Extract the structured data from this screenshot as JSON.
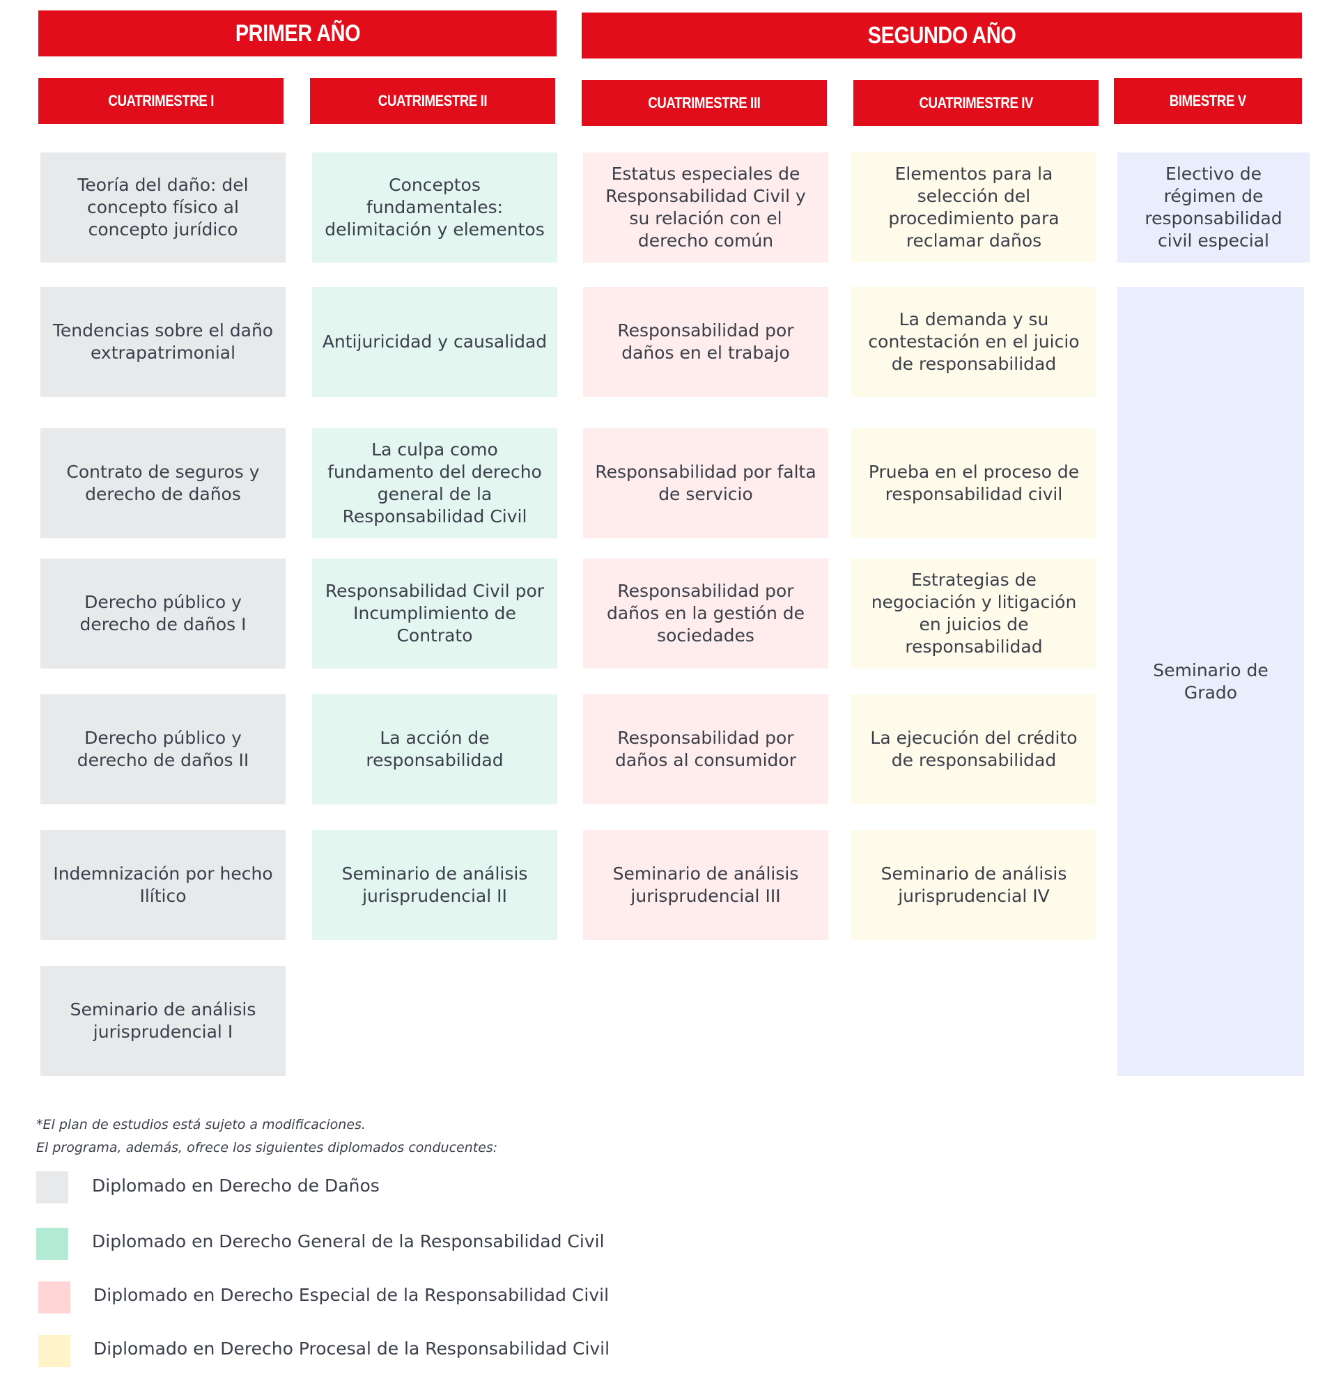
{
  "years": [
    {
      "label": "PRIMER AÑO"
    },
    {
      "label": "SEGUNDO AÑO"
    }
  ],
  "periods": [
    {
      "label": "CUATRIMESTRE I"
    },
    {
      "label": "CUATRIMESTRE II"
    },
    {
      "label": "CUATRIMESTRE III"
    },
    {
      "label": "CUATRIMESTRE IV"
    },
    {
      "label": "BIMESTRE V"
    }
  ],
  "columns": [
    {
      "color": "#e8e9ea",
      "courses": [
        "Teoría del daño: del concepto físico al concepto jurídico",
        "Tendencias sobre el daño extrapatrimonial",
        "Contrato de seguros y derecho de daños",
        "Derecho público y derecho de daños I",
        "Derecho público y derecho de daños II",
        "Indemnización por hecho Ilítico",
        "Seminario de análisis jurisprudencial I"
      ]
    },
    {
      "color": "#e3f6ef",
      "courses": [
        "Conceptos fundamentales: delimitación y elementos",
        "Antijuricidad y causalidad",
        "La culpa como fundamento del derecho general de la Responsabilidad Civil",
        "Responsabilidad Civil por Incumplimiento de Contrato",
        "La acción de responsabilidad",
        "Seminario de análisis jurisprudencial II"
      ]
    },
    {
      "color": "#ffecec",
      "courses": [
        "Estatus especiales de Responsabilidad Civil y su relación con el derecho común",
        "Responsabilidad por daños en el trabajo",
        "Responsabilidad por falta de servicio",
        "Responsabilidad por daños en la gestión de sociedades",
        "Responsabilidad por daños al consumidor",
        "Seminario de análisis jurisprudencial III"
      ]
    },
    {
      "color": "#fffbeb",
      "courses": [
        "Elementos para la selección del procedimiento para reclamar daños",
        "La demanda y su contestación en el juicio de responsabilidad",
        "Prueba en el proceso de responsabilidad civil",
        "Estrategias de negociación y litigación en juicios de responsabilidad",
        "La ejecución del crédito de responsabilidad",
        "Seminario de análisis jurisprudencial IV"
      ]
    },
    {
      "color": "#eaedfc",
      "courses": [
        "Electivo de régimen de responsabilidad civil especial",
        "Seminario de Grado"
      ]
    }
  ],
  "notes": {
    "line1": "*El plan de estudios está sujeto a modificaciones.",
    "line2": "El programa, además, ofrece los siguientes diplomados conducentes:"
  },
  "legend": [
    {
      "label": "Diplomado en Derecho de Daños",
      "color": "#e8e9ea"
    },
    {
      "label": "Diplomado en Derecho General de la Responsabilidad Civil",
      "color": "#b3ead3"
    },
    {
      "label": "Diplomado en Derecho Especial de la Responsabilidad Civil",
      "color": "#ffd4d4"
    },
    {
      "label": "Diplomado en Derecho Procesal de la Responsabilidad Civil",
      "color": "#fff4c9"
    }
  ],
  "accent_color": "#e20d1b"
}
